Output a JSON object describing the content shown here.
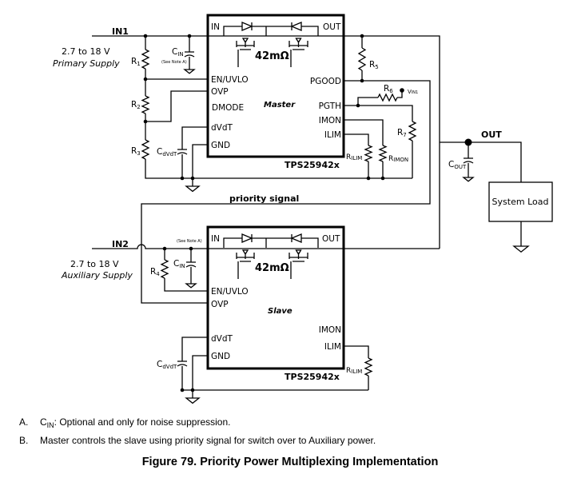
{
  "nets": {
    "in1": "IN1",
    "in2": "IN2",
    "out": "OUT",
    "priority": "priority signal"
  },
  "supplies": {
    "primary": {
      "range": "2.7 to 18 V",
      "name": "Primary Supply"
    },
    "auxiliary": {
      "range": "2.7 to 18 V",
      "name": "Auxiliary Supply"
    }
  },
  "master": {
    "role": "Master",
    "part": "TPS25942x",
    "rdson": "42mΩ",
    "left_pins": [
      "EN/UVLO",
      "OVP",
      "DMODE",
      "dVdT",
      "GND"
    ],
    "right_pins": [
      "PGOOD",
      "PGTH",
      "IMON",
      "ILIM"
    ],
    "in": "IN",
    "out": "OUT"
  },
  "slave": {
    "role": "Slave",
    "part": "TPS25942x",
    "rdson": "42mΩ",
    "left_pins": [
      "EN/UVLO",
      "OVP",
      "dVdT",
      "GND"
    ],
    "right_pins": [
      "IMON",
      "ILIM"
    ],
    "in": "IN",
    "out": "OUT"
  },
  "components": {
    "r1": {
      "m": "R",
      "s": "1"
    },
    "r2": {
      "m": "R",
      "s": "2"
    },
    "r3": {
      "m": "R",
      "s": "3"
    },
    "r4": {
      "m": "R",
      "s": "4"
    },
    "r5": {
      "m": "R",
      "s": "5"
    },
    "r6": {
      "m": "R",
      "s": "6"
    },
    "r7": {
      "m": "R",
      "s": "7"
    },
    "rilim": {
      "m": "R",
      "s": "ILIM"
    },
    "rimon": {
      "m": "R",
      "s": "IMON"
    },
    "cin": {
      "m": "C",
      "s": "IN"
    },
    "cdvdt": {
      "m": "C",
      "s": "dVdT"
    },
    "cout": {
      "m": "C",
      "s": "OUT"
    },
    "vin1": {
      "m": "V",
      "s": "IN1"
    },
    "see_note": "(See Note A)"
  },
  "load": "System Load",
  "notes": [
    {
      "marker": "A.",
      "pre": "C",
      "sub": "IN",
      "text": ": Optional and only for noise suppression."
    },
    {
      "marker": "B.",
      "text": "Master controls the slave using priority signal for switch over to Auxiliary power."
    }
  ],
  "caption": "Figure 79.  Priority Power Multiplexing Implementation"
}
